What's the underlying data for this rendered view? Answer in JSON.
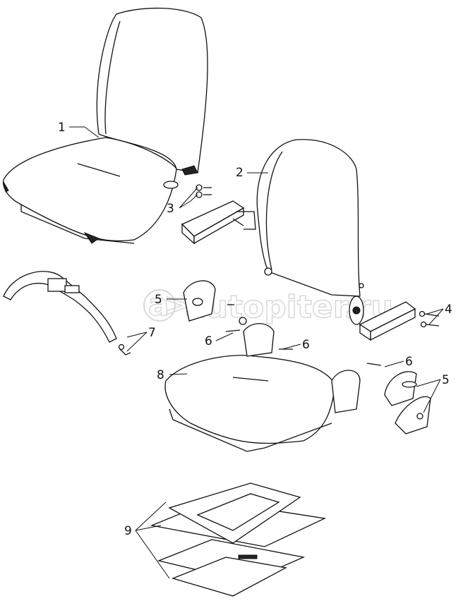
{
  "diagram": {
    "labels": {
      "seat_assembly": "1",
      "backrest": "2",
      "left_armrest": "3",
      "right_armrest": "4",
      "bracket_left": "5",
      "bracket_right": "5",
      "fasteners_a": "6",
      "fasteners_b": "6",
      "fasteners_c": "6",
      "seat_belt": "7",
      "seat_cushion": "8",
      "seat_base_frame": "9"
    },
    "watermark": "autopiter.ru"
  }
}
